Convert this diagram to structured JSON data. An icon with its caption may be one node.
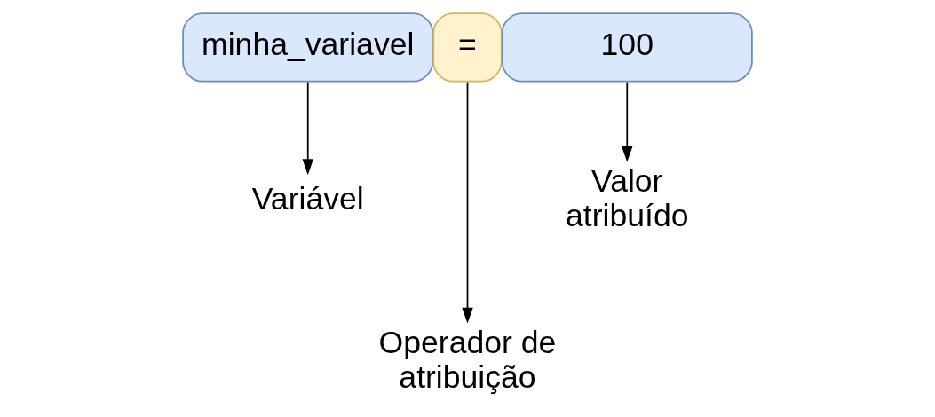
{
  "diagram": {
    "nodes": [
      {
        "text": [
          "minha_variavel"
        ]
      },
      {
        "text": [
          "="
        ]
      },
      {
        "text": [
          "100"
        ]
      },
      {
        "text": [
          "Variável"
        ]
      },
      {
        "text": [
          "Operador de atribuição"
        ]
      },
      {
        "text": [
          "Valor atribuído"
        ]
      }
    ],
    "edges": [
      {
        "from": 0,
        "to": 3,
        "arrow": "to"
      },
      {
        "from": 1,
        "to": 4,
        "arrow": "to"
      },
      {
        "from": 2,
        "to": 5,
        "arrow": "to"
      }
    ]
  }
}
